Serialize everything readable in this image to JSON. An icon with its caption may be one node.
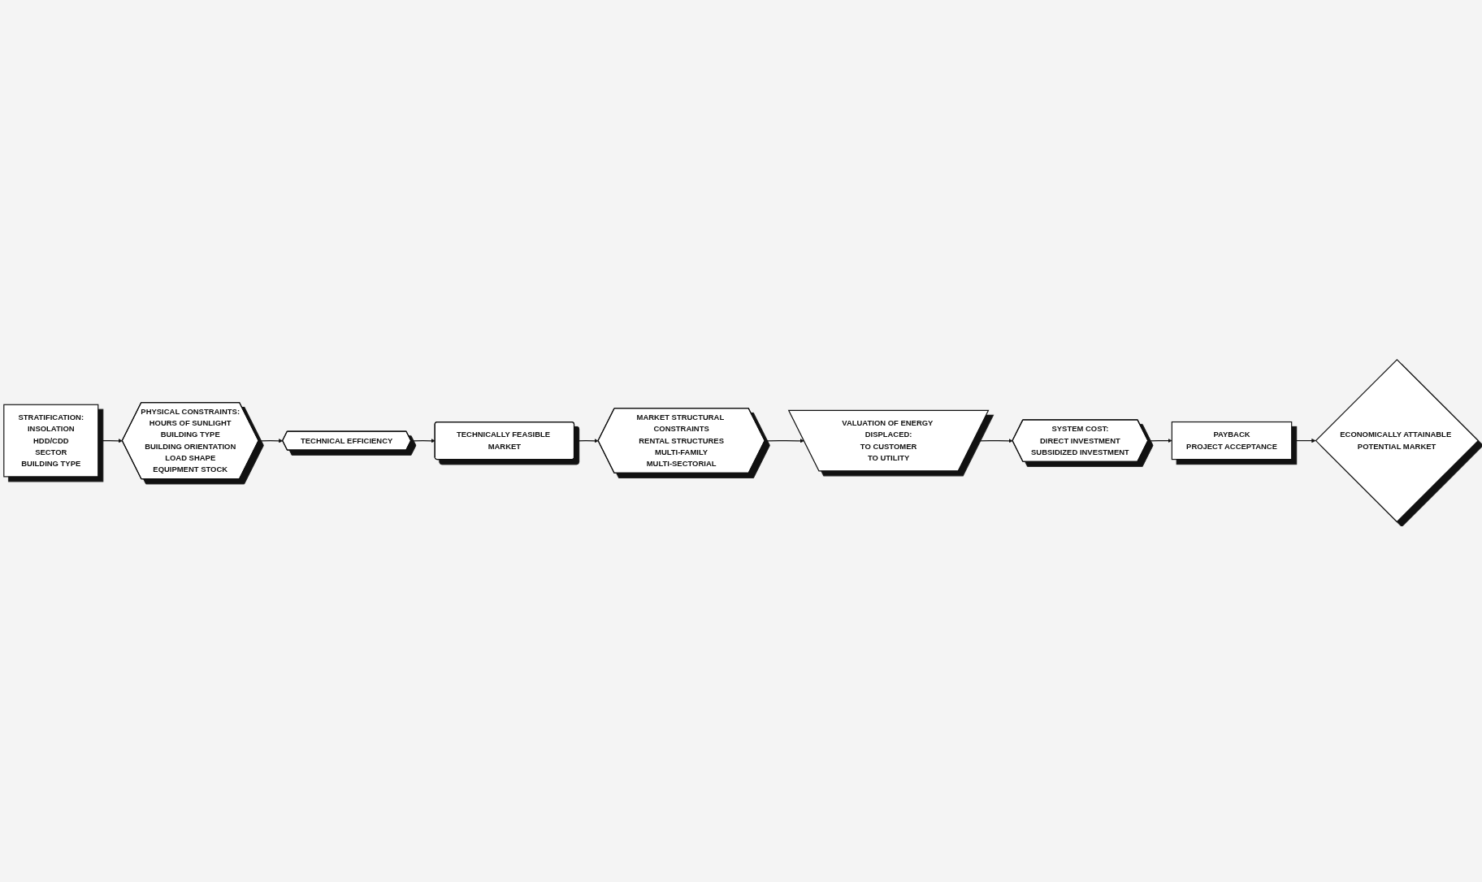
{
  "diagram": {
    "nodes": [
      {
        "text": [
          "STRATIFICATION:",
          "INSOLATION",
          "HDD/CDD",
          "SECTOR",
          "BUILDING TYPE"
        ]
      },
      {
        "text": [
          "PHYSICAL CONSTRAINTS:",
          "HOURS OF SUNLIGHT",
          "BUILDING TYPE",
          "BUILDING ORIENTATION",
          "LOAD SHAPE",
          "EQUIPMENT STOCK"
        ]
      },
      {
        "text": [
          "TECHNICAL EFFICIENCY"
        ]
      },
      {
        "text": [
          "TECHNICALLY FEASIBLE MARKET"
        ]
      },
      {
        "text": [
          "MARKET STRUCTURAL CONSTRAINTS",
          "RENTAL STRUCTURES",
          "MULTI-FAMILY",
          "MULTI-SECTORIAL"
        ]
      },
      {
        "text": [
          "VALUATION OF ENERGY DISPLACED:",
          "TO CUSTOMER",
          "TO UTILITY"
        ]
      },
      {
        "text": [
          "SYSTEM COST:",
          "DIRECT INVESTMENT",
          "SUBSIDIZED INVESTMENT"
        ]
      },
      {
        "text": [
          "PAYBACK",
          "PROJECT ACCEPTANCE"
        ]
      },
      {
        "text": [
          "ECONOMICALLY ATTAINABLE POTENTIAL MARKET"
        ]
      }
    ],
    "edges": [
      {
        "from": 0,
        "to": 1,
        "arrow": "to"
      },
      {
        "from": 1,
        "to": 2,
        "arrow": "to"
      },
      {
        "from": 2,
        "to": 3,
        "arrow": "to"
      },
      {
        "from": 3,
        "to": 4,
        "arrow": "to"
      },
      {
        "from": 4,
        "to": 5,
        "arrow": "to"
      },
      {
        "from": 5,
        "to": 6,
        "arrow": "to"
      },
      {
        "from": 6,
        "to": 7,
        "arrow": "to"
      },
      {
        "from": 7,
        "to": 8,
        "arrow": "to"
      }
    ]
  }
}
